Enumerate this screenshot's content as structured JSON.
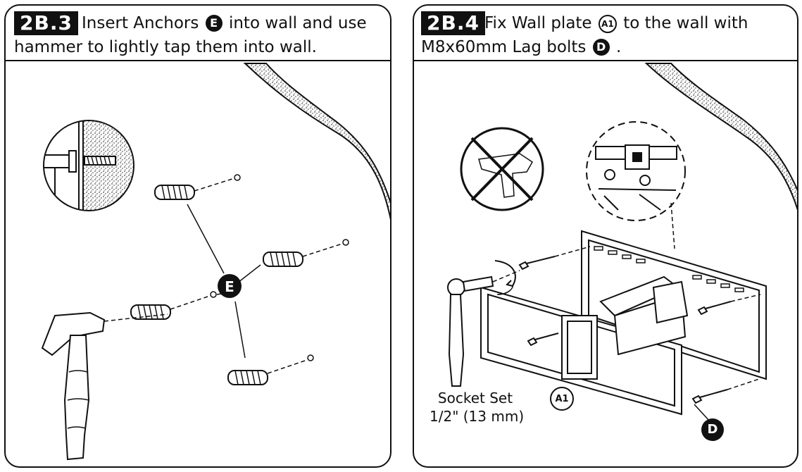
{
  "steps": [
    {
      "number": "2B.3",
      "line1_before": "Insert Anchors",
      "line1_badge": "E",
      "line1_after": "into wall and use",
      "line2": "hammer to lightly tap them into wall.",
      "callout_label": "E"
    },
    {
      "number": "2B.4",
      "line1_before": "Fix Wall plate",
      "line1_badge": "A1",
      "line1_after": "to the wall with",
      "line2_before": "M8x60mm Lag bolts",
      "line2_badge": "D",
      "line2_after": ".",
      "tool_caption_line1": "Socket Set",
      "tool_caption_line2": "1/2\" (13 mm)",
      "plate_label": "A1",
      "bolt_label": "D"
    }
  ],
  "icons": {
    "hammer": "hammer-icon",
    "anchor": "anchor-icon",
    "drill_prohibited": "no-drill-icon",
    "socket_wrench": "socket-wrench-icon"
  }
}
